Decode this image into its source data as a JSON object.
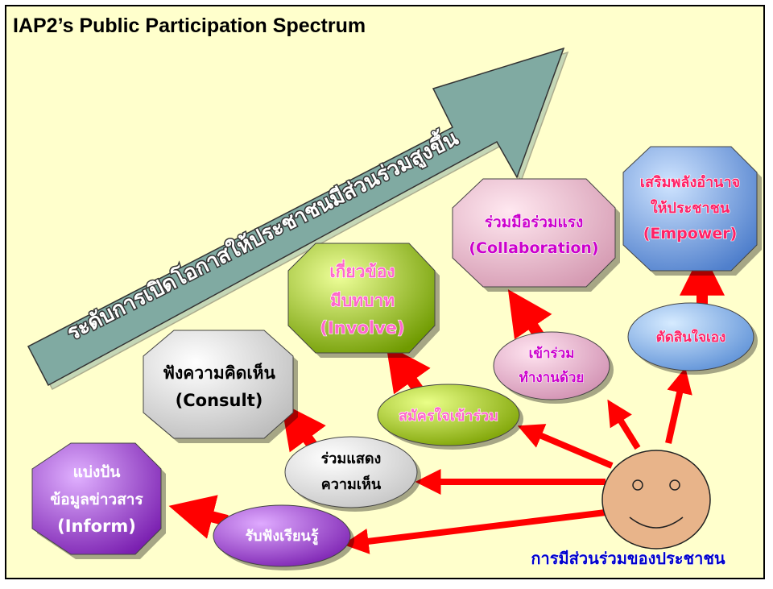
{
  "title": "IAP2’s Public Participation Spectrum",
  "big_arrow_text": "ระดับการเปิดโอกาสให้ประชาชนมีส่วนร่วมสูงขึ้น",
  "person_caption": "การมีส่วนร่วมของประชาชน",
  "levels": [
    {
      "lines": [
        "แบ่งปัน",
        "ข้อมูลข่าวสาร",
        "(Inform)"
      ],
      "color": "#9933cc"
    },
    {
      "lines": [
        "ฟังความคิดเห็น",
        "(Consult)"
      ],
      "color": "#e6e6e6"
    },
    {
      "lines": [
        "เกี่ยวข้อง",
        "มีบทบาท",
        "(Involve)"
      ],
      "color": "#99cc00"
    },
    {
      "lines": [
        "ร่วมมือร่วมแรง",
        "(Collaboration)"
      ],
      "color": "#f0bcd0"
    },
    {
      "lines": [
        "เสริมพลังอำนาจ",
        "ให้ประชาชน",
        "(Empower)"
      ],
      "color": "#7fa8e0"
    }
  ],
  "actions": [
    {
      "lines": [
        "รับฟังเรียนรู้"
      ]
    },
    {
      "lines": [
        "ร่วมแสดง",
        "ความเห็น"
      ]
    },
    {
      "lines": [
        "สมัครใจเข้าร่วม"
      ]
    },
    {
      "lines": [
        "เข้าร่วม",
        "ทำงานด้วย"
      ]
    },
    {
      "lines": [
        "ตัดสินใจเอง"
      ]
    }
  ],
  "colors": {
    "background": "#ffffcc",
    "arrow_red": "#ff0000",
    "big_arrow": "#7fa8a0",
    "face": "#e8b48a",
    "caption": "#0000cc"
  }
}
